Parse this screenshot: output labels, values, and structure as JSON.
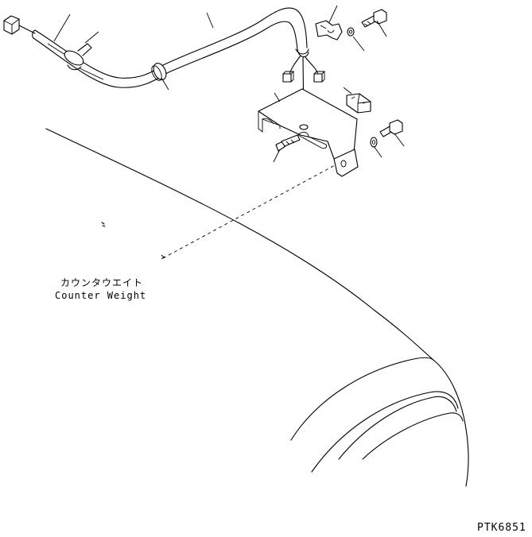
{
  "labels": {
    "part_jp": "カウンタウエイト",
    "part_en": "Counter Weight",
    "drawing_id": "PTK6851"
  }
}
